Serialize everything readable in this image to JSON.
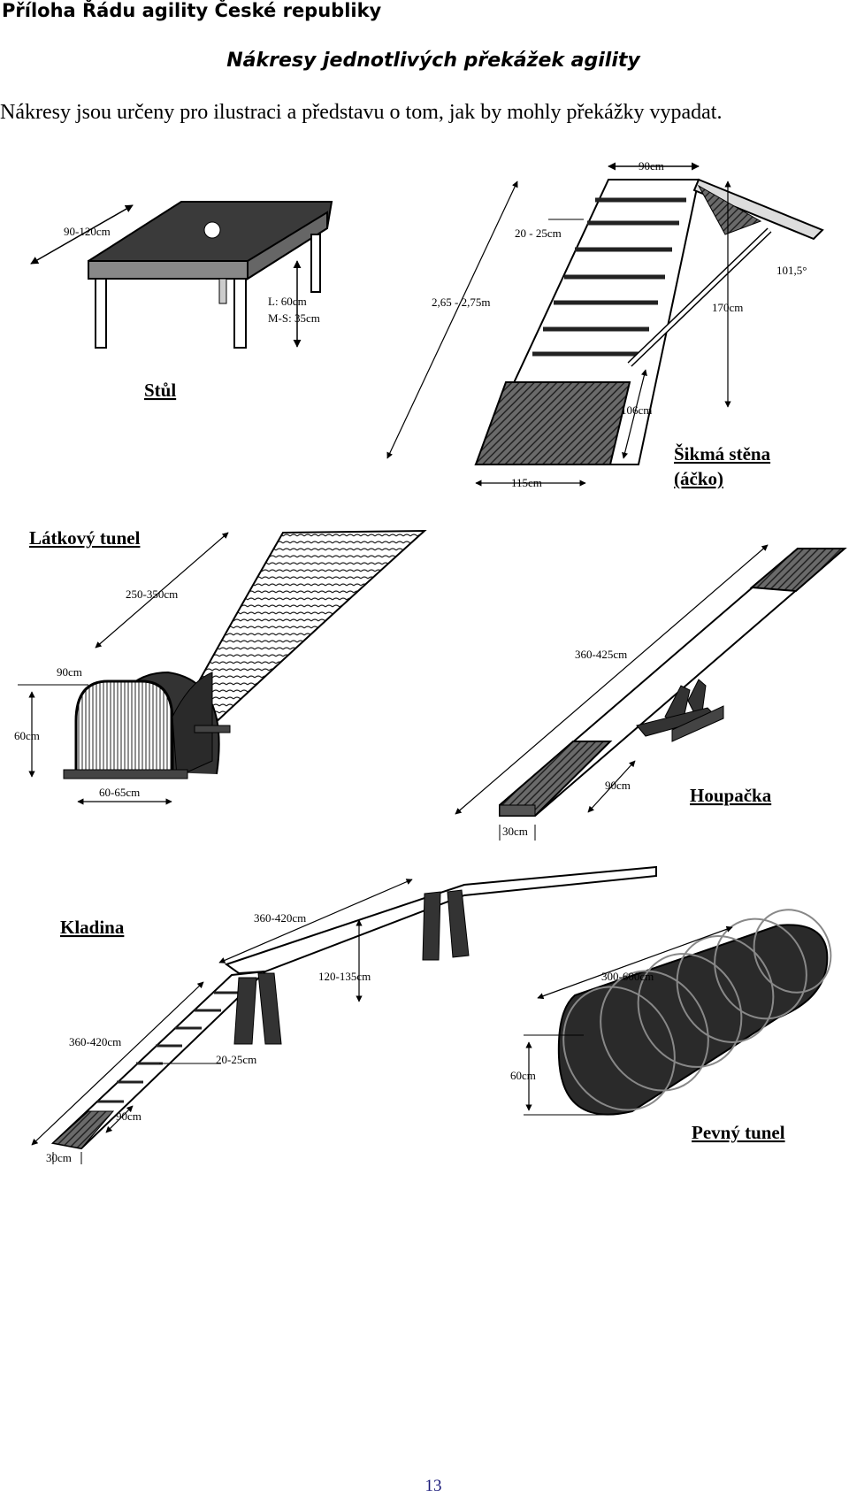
{
  "header": {
    "title": "Příloha Řádu agility České republiky"
  },
  "section": {
    "title": "Nákresy jednotlivých překážek agility",
    "intro": "Nákresy jsou určeny pro ilustraci a představu o tom, jak by mohly překážky vypadat."
  },
  "obstacles": {
    "table": {
      "name": "Stůl",
      "dim_size": "90-120cm",
      "dim_height_l": "L: 60cm",
      "dim_height_ms": "M-S: 35cm"
    },
    "aframe": {
      "name_line1": "Šikmá stěna",
      "name_line2": "(áčko)",
      "dim_top": "90cm",
      "dim_slat": "20 - 25cm",
      "dim_length": "2,65 - 2,75m",
      "dim_angle": "101,5°",
      "dim_height": "170cm",
      "dim_contact": "106cm",
      "dim_base": "115cm"
    },
    "cloth_tunnel": {
      "name": "Látkový tunel",
      "dim_length": "250-350cm",
      "dim_width": "90cm",
      "dim_height": "60cm",
      "dim_base": "60-65cm"
    },
    "seesaw": {
      "name": "Houpačka",
      "dim_length": "360-425cm",
      "dim_contact": "90cm",
      "dim_width": "30cm"
    },
    "dogwalk": {
      "name": "Kladina",
      "dim_top": "360-420cm",
      "dim_height": "120-135cm",
      "dim_ramp": "360-420cm",
      "dim_slat": "20-25cm",
      "dim_contact": "90cm",
      "dim_width": "30cm"
    },
    "rigid_tunnel": {
      "name": "Pevný tunel",
      "dim_length": "300-600cm",
      "dim_diameter": "60cm"
    }
  },
  "footer": {
    "page_number": "13"
  }
}
